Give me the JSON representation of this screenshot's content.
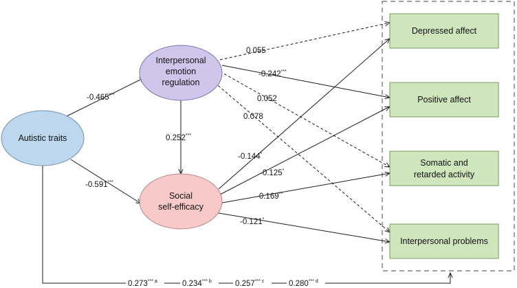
{
  "nodes": {
    "autistic_traits": {
      "label": "Autistic traits",
      "fill": "#bdd7ee",
      "stroke": "#6f8fb0"
    },
    "interpersonal_emotion_regulation": {
      "lines": [
        "Interpersonal",
        "emotion",
        "regulation"
      ],
      "fill": "#cfc6ec",
      "stroke": "#7d72a8"
    },
    "social_self_efficacy": {
      "lines": [
        "Social",
        "self-efficacy"
      ],
      "fill": "#f8c9c9",
      "stroke": "#b58585"
    },
    "depressed_affect": {
      "label": "Depressed affect",
      "fill": "#cfe6bd",
      "stroke": "#6f9c55"
    },
    "positive_affect": {
      "label": "Positive affect",
      "fill": "#cfe6bd",
      "stroke": "#6f9c55"
    },
    "somatic_retarded_activity": {
      "lines": [
        "Somatic and",
        "retarded activity"
      ],
      "fill": "#cfe6bd",
      "stroke": "#6f9c55"
    },
    "interpersonal_problems": {
      "label": "Interpersonal problems",
      "fill": "#cfe6bd",
      "stroke": "#6f9c55"
    }
  },
  "paths": {
    "at_ier": {
      "value": "-0.465",
      "sup": "***"
    },
    "at_sse": {
      "value": "-0.591",
      "sup": "***"
    },
    "ier_sse": {
      "value": "0.252",
      "sup": "***"
    },
    "ier_da": {
      "value": "0.055",
      "sup": ""
    },
    "ier_pa": {
      "value": "-0.242",
      "sup": "***"
    },
    "ier_sra": {
      "value": "0.052",
      "sup": ""
    },
    "ier_ip": {
      "value": "0.078",
      "sup": ""
    },
    "sse_da": {
      "value": "-0.144",
      "sup": "*"
    },
    "sse_pa": {
      "value": "-0.125",
      "sup": "*"
    },
    "sse_sra": {
      "value": "-0.169",
      "sup": "**"
    },
    "sse_ip": {
      "value": "-0.121",
      "sup": "*"
    }
  },
  "direct_effects": [
    {
      "value": "0.273",
      "sup": "*** a"
    },
    {
      "value": "0.234",
      "sup": "*** b"
    },
    {
      "value": "0.257",
      "sup": "*** c"
    },
    {
      "value": "0.280",
      "sup": "*** d"
    }
  ],
  "colors": {
    "line": "#1a1a1a",
    "dashed_box": "#666666"
  }
}
